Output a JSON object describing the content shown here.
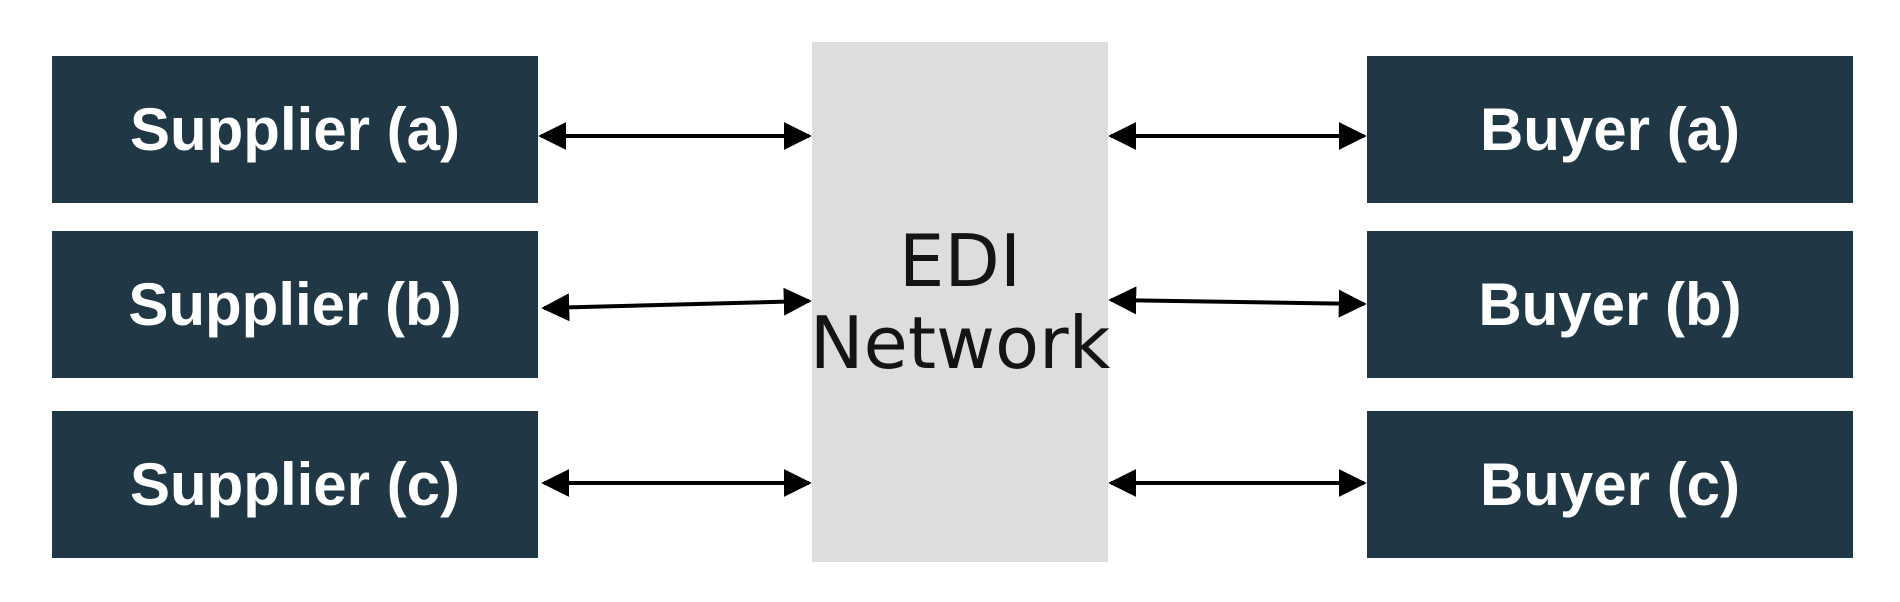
{
  "suppliers": [
    {
      "label": "Supplier (a)"
    },
    {
      "label": "Supplier (b)"
    },
    {
      "label": "Supplier (c)"
    }
  ],
  "buyers": [
    {
      "label": "Buyer (a)"
    },
    {
      "label": "Buyer (b)"
    },
    {
      "label": "Buyer (c)"
    }
  ],
  "network": {
    "line1": "EDI",
    "line2": "Network"
  },
  "colors": {
    "party_fill": "#203746",
    "party_text": "#ffffff",
    "network_fill": "#dcdddd",
    "network_text": "#141414",
    "arrow": "#000000"
  }
}
